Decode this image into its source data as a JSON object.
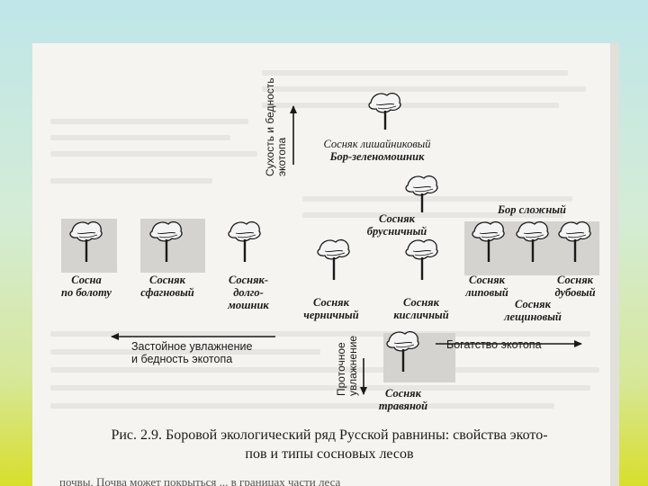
{
  "diagram": {
    "axes": {
      "up_lines": [
        "Сухость и бедность",
        "экотопа"
      ],
      "left_lines": [
        "Застойное увлажнение",
        "и бедность экотопа"
      ],
      "right_label": "Богатство экотопа",
      "down_lines": [
        "Проточное",
        "увлажнение"
      ]
    },
    "group_labels": {
      "top_line1": "Сосняк лишайниковый",
      "top_line2": "Бор-зеленомошник",
      "right_group": "Бор сложный"
    },
    "nodes": [
      {
        "id": "lichen",
        "lines": []
      },
      {
        "id": "cowberry",
        "lines": [
          "Сосняк",
          "брусничный"
        ]
      },
      {
        "id": "bilberry",
        "lines": [
          "Сосняк",
          "черничный"
        ]
      },
      {
        "id": "oxalis",
        "lines": [
          "Сосняк",
          "кисличный"
        ]
      },
      {
        "id": "herb",
        "lines": [
          "Сосняк",
          "травяной"
        ]
      },
      {
        "id": "bog",
        "lines": [
          "Сосна",
          "по болоту"
        ]
      },
      {
        "id": "sphagnum",
        "lines": [
          "Сосняк",
          "сфагновый"
        ]
      },
      {
        "id": "polytrichum",
        "lines": [
          "Сосняк-",
          "долго-",
          "мошник"
        ]
      },
      {
        "id": "linden",
        "lines": [
          "Сосняк",
          "липовый"
        ]
      },
      {
        "id": "oak",
        "lines": [
          "Сосняк",
          "дубовый"
        ]
      },
      {
        "id": "hazel",
        "lines": [
          "Сосняк",
          "лещиновый"
        ]
      }
    ]
  },
  "caption": {
    "line1": "Рис. 2.9. Боровой экологический ряд Русской равнины: свойства экото-",
    "line2": "пов и типы сосновых лесов"
  },
  "body_text_fragment": "почвы. Почва может покрыться ... в границах части леса"
}
